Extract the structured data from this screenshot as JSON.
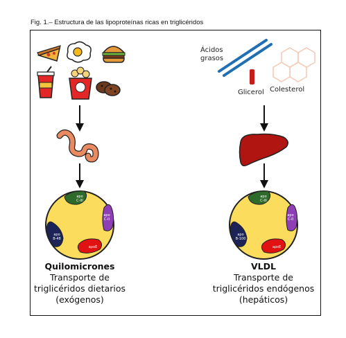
{
  "figure": {
    "title": "Fig. 1.– Estructura de las lipoproteínas ricas en triglicéridos"
  },
  "left": {
    "name": "Quilomicrones",
    "line1": "Transporte de",
    "line2": "triglicéridos dietarios",
    "line3": "(exógenos)",
    "apos": {
      "apo_c3": "apo\nC-III",
      "apo_c2": "apo\nC-II",
      "apo_b48": "apo\nB-48",
      "apo_e": "apoE"
    }
  },
  "right": {
    "name": "VLDL",
    "line1": "Transporte de",
    "line2": "triglicéridos endógenos",
    "line3": "(hepáticos)",
    "apos": {
      "apo_c3": "apo\nC-III",
      "apo_c2": "apo\nC-II",
      "apo_b100": "apo\nB-100",
      "apo_e": "apoE"
    }
  },
  "labels": {
    "fatty_acids_1": "Ácidos",
    "fatty_acids_2": "grasos",
    "glycerol": "Glicerol",
    "cholesterol": "Colesterol"
  },
  "colors": {
    "particle": "#FBDC5C",
    "apo_c3": "#2E6B2A",
    "apo_c2": "#8E3FB5",
    "apo_b": "#1C2457",
    "apo_e": "#E01212",
    "liver": "#B01512",
    "intestine": "#E98A60"
  }
}
